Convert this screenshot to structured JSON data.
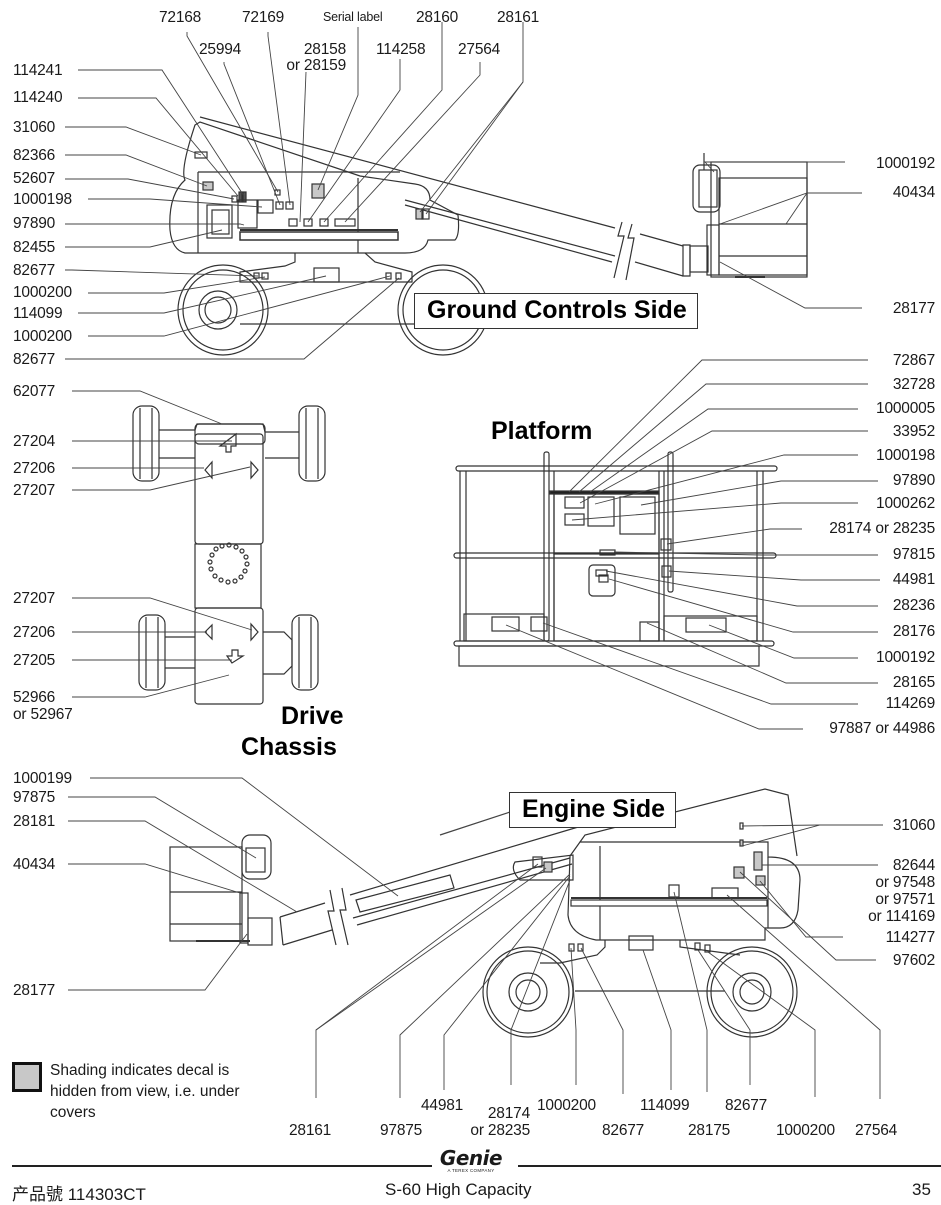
{
  "document": {
    "page_number": "35",
    "part_number_label": "产品號",
    "part_number": "114303CT",
    "model": "S-60 High Capacity",
    "brand": "Genie",
    "brand_tagline": "A TEREX COMPANY"
  },
  "legend": {
    "swatch_color": "#c8c8c8",
    "text": "Shading indicates decal is hidden from view, i.e. under covers"
  },
  "sections": {
    "ground_controls_side": {
      "title": "Ground Controls Side",
      "top_labels": [
        "72168",
        "72169",
        "Serial label",
        "28160",
        "28161",
        "25994",
        "28158",
        "or 28159",
        "114258",
        "27564"
      ],
      "left_labels": [
        "114241",
        "114240",
        "31060",
        "82366",
        "52607",
        "1000198",
        "97890",
        "82455",
        "82677",
        "1000200",
        "114099",
        "1000200",
        "82677"
      ],
      "right_labels": [
        "1000192",
        "40434",
        "28177"
      ]
    },
    "platform": {
      "title": "Platform",
      "right_labels": [
        "72867",
        "32728",
        "1000005",
        "33952",
        "1000198",
        "97890",
        "1000262",
        "28174 or 28235",
        "97815",
        "44981",
        "28236",
        "28176",
        "1000192",
        "28165",
        "114269",
        "97887 or 44986"
      ]
    },
    "drive_chassis": {
      "title_line1": "Drive",
      "title_line2": "Chassis",
      "left_labels": [
        "62077",
        "27204",
        "27206",
        "27207",
        "27207",
        "27206",
        "27205",
        "52966",
        "or 52967"
      ]
    },
    "engine_side": {
      "title": "Engine Side",
      "left_labels": [
        "1000199",
        "97875",
        "28181",
        "40434",
        "28177"
      ],
      "right_labels": [
        "31060",
        "82644",
        "or 97548",
        "or 97571",
        "or 114169",
        "114277",
        "97602"
      ],
      "bottom_labels": [
        "28161",
        "97875",
        "44981",
        "28174",
        "or 28235",
        "1000200",
        "82677",
        "114099",
        "28175",
        "82677",
        "1000200",
        "27564"
      ]
    }
  }
}
